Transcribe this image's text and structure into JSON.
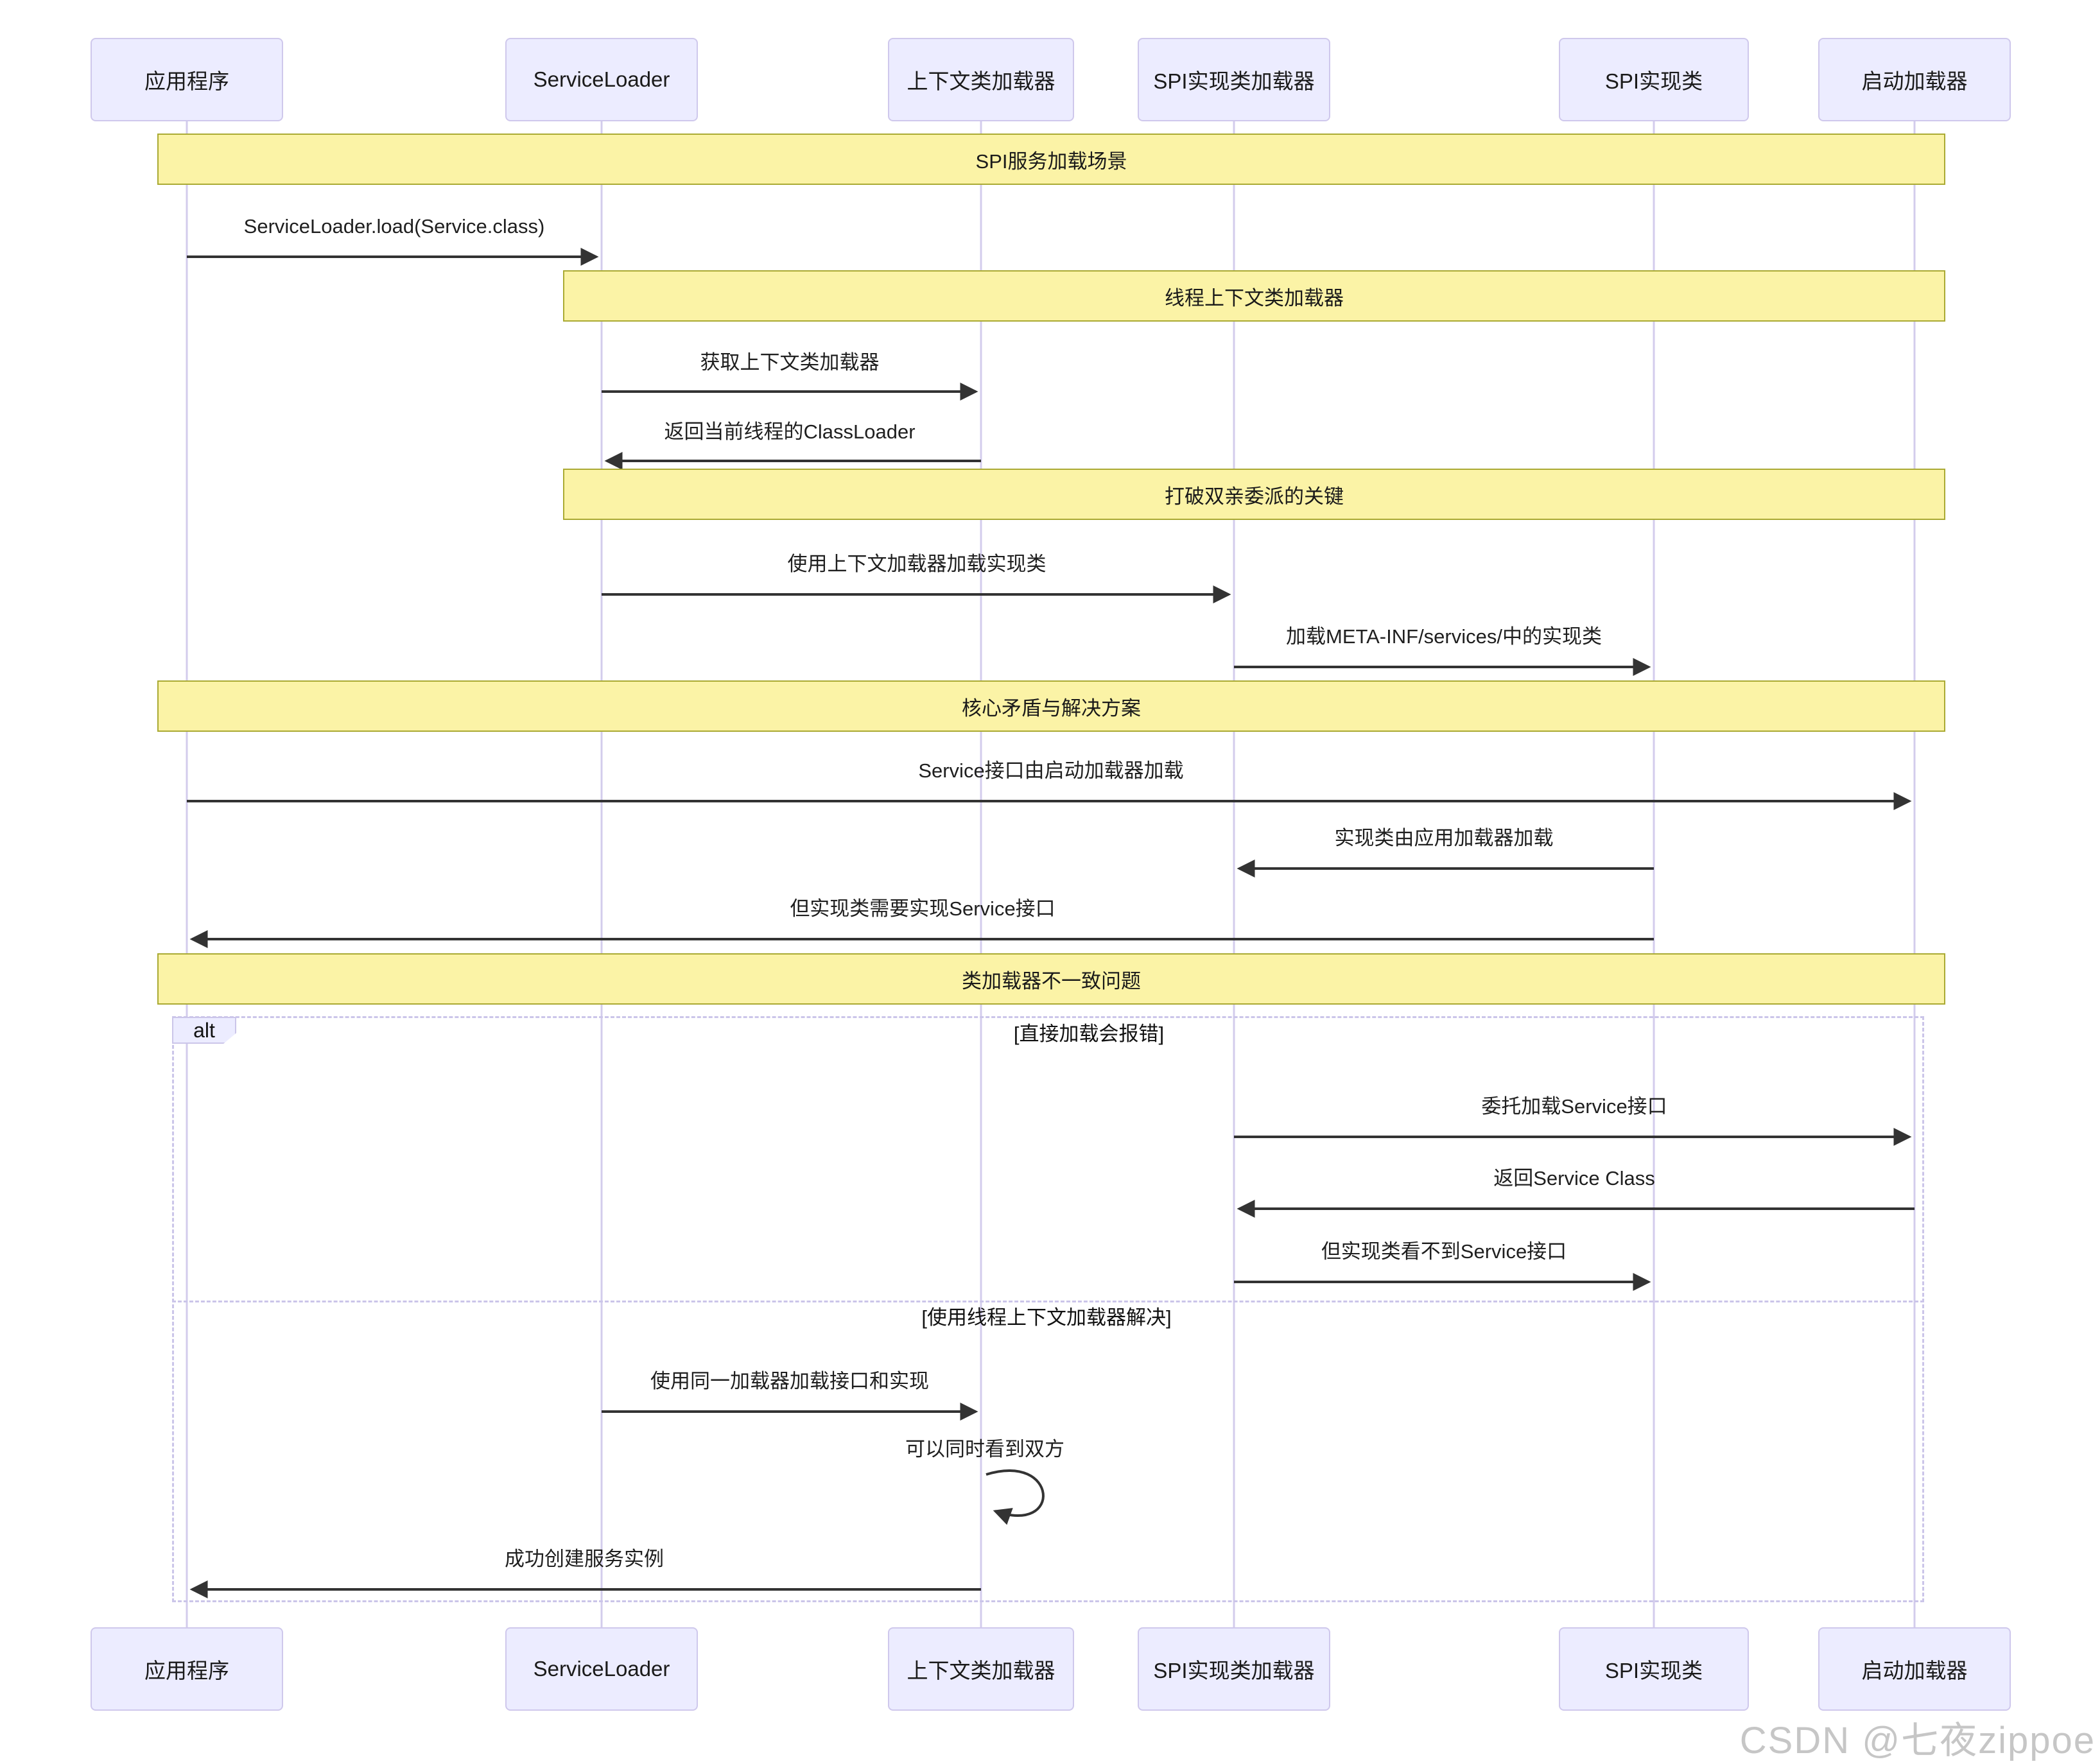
{
  "actors": [
    {
      "label": "应用程序"
    },
    {
      "label": "ServiceLoader"
    },
    {
      "label": "上下文类加载器"
    },
    {
      "label": "SPI实现类加载器"
    },
    {
      "label": "SPI实现类"
    },
    {
      "label": "启动加载器"
    }
  ],
  "notes": [
    {
      "label": "SPI服务加载场景"
    },
    {
      "label": "线程上下文类加载器"
    },
    {
      "label": "打破双亲委派的关键"
    },
    {
      "label": "核心矛盾与解决方案"
    },
    {
      "label": "类加载器不一致问题"
    }
  ],
  "messages": [
    {
      "label": "ServiceLoader.load(Service.class)"
    },
    {
      "label": "获取上下文类加载器"
    },
    {
      "label": "返回当前线程的ClassLoader"
    },
    {
      "label": "使用上下文加载器加载实现类"
    },
    {
      "label": "加载META-INF/services/中的实现类"
    },
    {
      "label": "Service接口由启动加载器加载"
    },
    {
      "label": "实现类由应用加载器加载"
    },
    {
      "label": "但实现类需要实现Service接口"
    },
    {
      "label": "委托加载Service接口"
    },
    {
      "label": "返回Service Class"
    },
    {
      "label": "但实现类看不到Service接口"
    },
    {
      "label": "使用同一加载器加载接口和实现"
    },
    {
      "label": "可以同时看到双方"
    },
    {
      "label": "成功创建服务实例"
    }
  ],
  "alt": {
    "keyword": "alt",
    "conditions": [
      {
        "label": "[直接加载会报错]"
      },
      {
        "label": "[使用线程上下文加载器解决]"
      }
    ]
  },
  "watermark": {
    "text": "CSDN @七夜zippoe"
  },
  "colors": {
    "actor_fill": "#ECECFF",
    "actor_border": "#CFC8EC",
    "note_fill": "#FBF3A6",
    "note_border": "#AAAA33",
    "lifeline": "#D3CCEC",
    "arrow": "#333333",
    "alt_frame": "#CBC5E9",
    "watermark": "#C6C6C6"
  }
}
